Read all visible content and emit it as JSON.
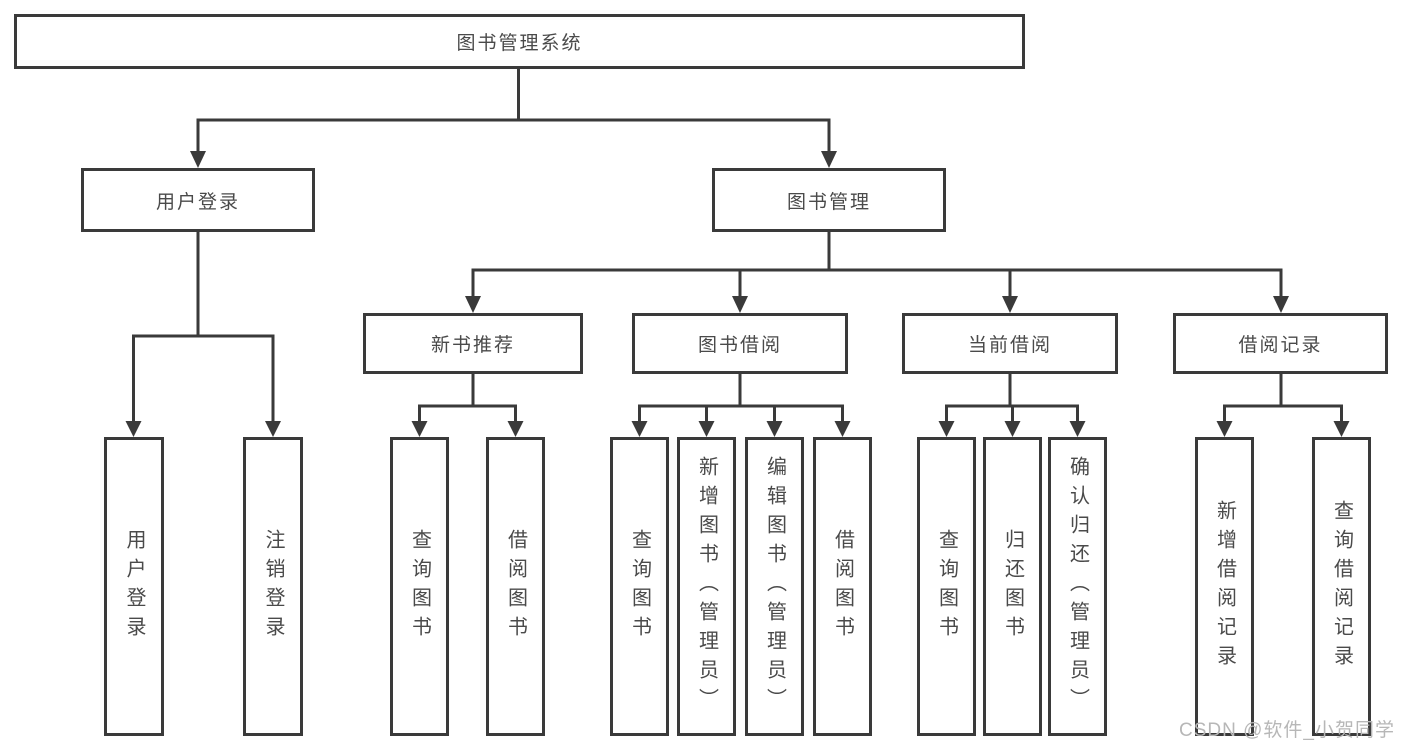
{
  "diagram": {
    "root": {
      "label": "图书管理系统"
    },
    "children": [
      {
        "label": "用户登录",
        "children": [
          {
            "label": "用户登录"
          },
          {
            "label": "注销登录"
          }
        ]
      },
      {
        "label": "图书管理",
        "children": [
          {
            "label": "新书推荐",
            "children": [
              {
                "label": "查询图书"
              },
              {
                "label": "借阅图书"
              }
            ]
          },
          {
            "label": "图书借阅",
            "children": [
              {
                "label": "查询图书"
              },
              {
                "label": "新增图书（管理员）"
              },
              {
                "label": "编辑图书（管理员）"
              },
              {
                "label": "借阅图书"
              }
            ]
          },
          {
            "label": "当前借阅",
            "children": [
              {
                "label": "查询图书"
              },
              {
                "label": "归还图书"
              },
              {
                "label": "确认归还（管理员）"
              }
            ]
          },
          {
            "label": "借阅记录",
            "children": [
              {
                "label": "新增借阅记录"
              },
              {
                "label": "查询借阅记录"
              }
            ]
          }
        ]
      }
    ]
  },
  "watermark": {
    "text": "CSDN @软件_小贺同学"
  },
  "colors": {
    "line": "#3a3a3a",
    "box_border": "#3a3a3a",
    "text": "#4a4a4a",
    "watermark": "#b7b7b7",
    "background": "#ffffff"
  }
}
